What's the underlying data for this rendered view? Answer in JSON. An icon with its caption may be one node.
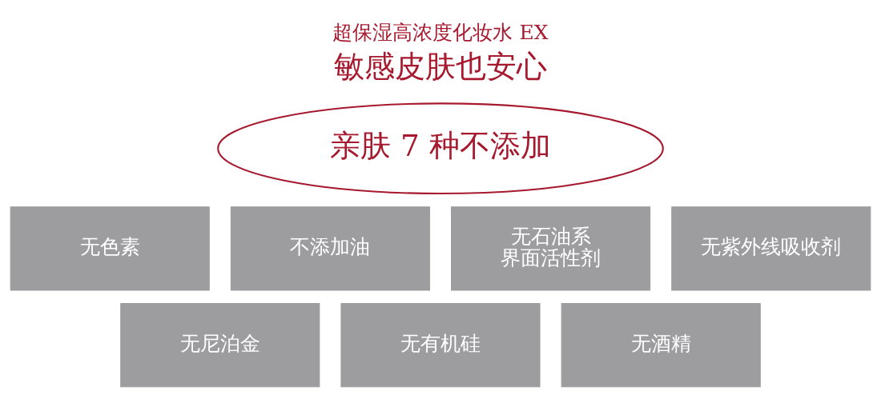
{
  "diagram": {
    "title": "超保湿高浓度化妆水 EX",
    "nodes": [
      {
        "text": [
          "亲肤 7 种不添加"
        ]
      },
      {
        "text": [
          "无色素"
        ]
      },
      {
        "text": [
          "不添加油"
        ]
      },
      {
        "text": [
          "无石油系界面活性剂"
        ]
      },
      {
        "text": [
          "无紫外线吸收剂"
        ]
      },
      {
        "text": [
          "无尼泊金"
        ]
      },
      {
        "text": [
          "无有机硅"
        ]
      },
      {
        "text": [
          "无酒精"
        ]
      }
    ],
    "labels": [
      "敏感皮肤也安心"
    ]
  }
}
